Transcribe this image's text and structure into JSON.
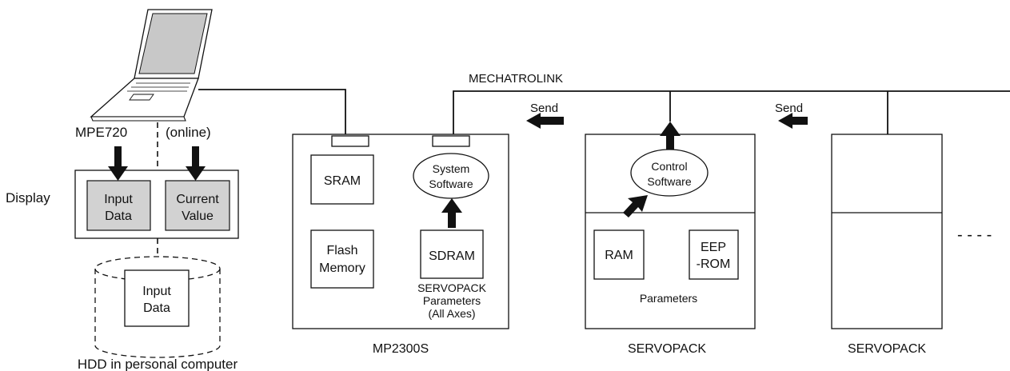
{
  "network": {
    "label": "MECHATROLINK"
  },
  "pc": {
    "software_label": "MPE720",
    "online_label": "(online)",
    "display_label": "Display",
    "display_items": [
      "Input Data",
      "Current Value"
    ],
    "hdd_item": "Input Data",
    "hdd_caption": "HDD in personal computer"
  },
  "controller": {
    "name": "MP2300S",
    "sram": "SRAM",
    "flash": "Flash Memory",
    "system_software": "System Software",
    "sdram": "SDRAM",
    "sdram_note": "SERVOPACK Parameters (All Axes)"
  },
  "servopack1": {
    "name": "SERVOPACK",
    "control_software": "Control Software",
    "ram": "RAM",
    "eeprom": "EEP -ROM",
    "params_label": "Parameters",
    "send_label": "Send"
  },
  "servopack2": {
    "name": "SERVOPACK",
    "send_label": "Send",
    "continuation": "- - - -"
  },
  "colors": {
    "line": "#111111",
    "shade": "#d2d2d2",
    "background": "#ffffff"
  }
}
